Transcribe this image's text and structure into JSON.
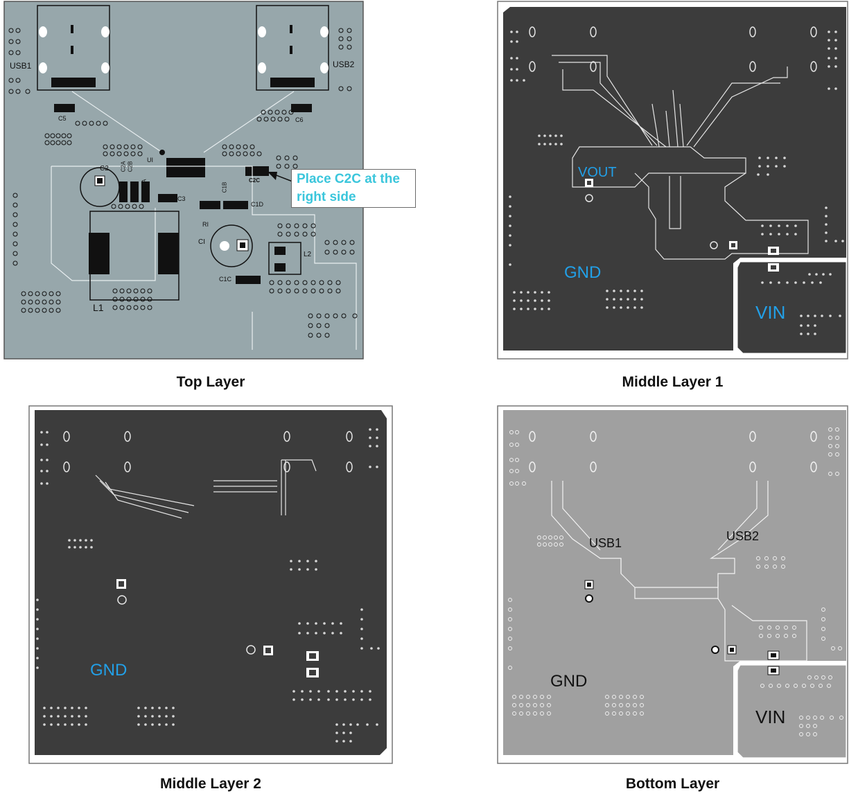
{
  "figure": {
    "panels": [
      {
        "id": "top",
        "caption": "Top Layer",
        "silkscreen": [
          "USB1",
          "USB2",
          "C5",
          "C6",
          "UI",
          "C2",
          "C2A",
          "C2B",
          "C3",
          "C1A",
          "C2C",
          "C1D",
          "RI",
          "CI",
          "L2",
          "C1C",
          "L1",
          "C1B"
        ],
        "callout": [
          "Place C2C at the",
          "right side"
        ]
      },
      {
        "id": "mid1",
        "caption": "Middle Layer 1",
        "regions": [
          "VOUT",
          "GND",
          "VIN"
        ]
      },
      {
        "id": "mid2",
        "caption": "Middle Layer 2",
        "regions": [
          "GND"
        ]
      },
      {
        "id": "bottom",
        "caption": "Bottom Layer",
        "regions": [
          "USB1",
          "USB2",
          "GND",
          "VIN"
        ]
      }
    ]
  },
  "colors": {
    "top_copper": "#97a7ab",
    "mid_copper": "#3c3c3c",
    "bottom_copper": "#a0a0a0",
    "accent_text": "#22a0e8",
    "callout_text": "#3bc6dc"
  }
}
